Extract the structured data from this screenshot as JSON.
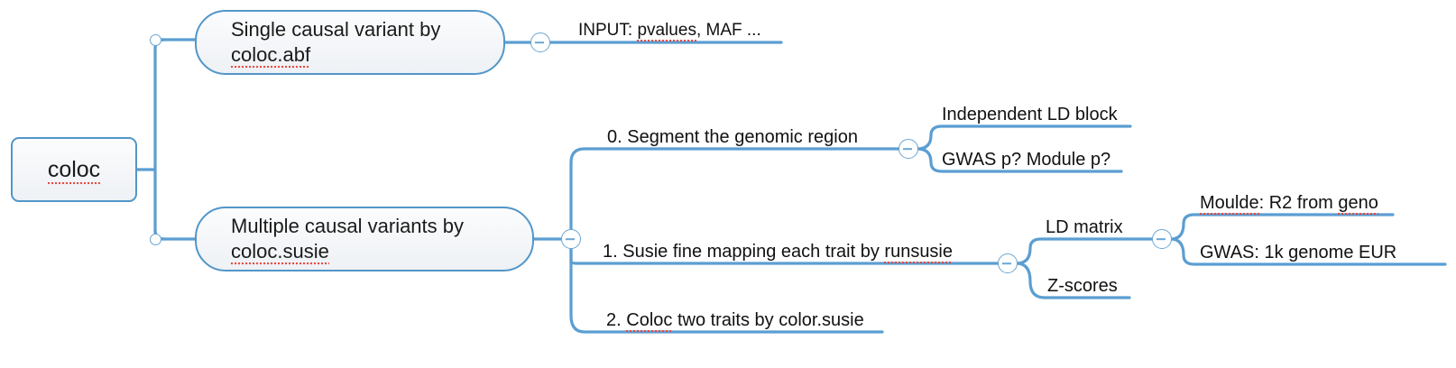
{
  "diagram": {
    "kind": "mind-map",
    "title_node": "coloc",
    "theme": {
      "stroke": "#5296c8",
      "wire": "#5b9ed2",
      "node_fill": "#f2f5f8",
      "text": "#1a1a1a",
      "spellcheck_underline": "#e8453c",
      "background": "#ffffff"
    }
  },
  "nodes": {
    "root": {
      "label": "coloc",
      "misspelled": "coloc"
    },
    "branch_abf": {
      "line1": "Single causal variant by",
      "line2": "coloc.abf",
      "misspelled": "coloc.abf"
    },
    "branch_susie": {
      "line1": "Multiple causal variants by",
      "line2": "coloc.susie",
      "misspelled": "coloc.susie"
    }
  },
  "leaves": {
    "input_abf": {
      "prefix": "INPUT: ",
      "misspelled": "pvalues",
      "suffix": ", MAF ..."
    },
    "step0": {
      "label": "0. Segment the genomic region"
    },
    "step0_a": {
      "label": "Independent LD block"
    },
    "step0_b": {
      "label": "GWAS p? Module p?"
    },
    "step1": {
      "prefix": "1. Susie fine mapping each trait by ",
      "misspelled": "runsusie",
      "suffix": ""
    },
    "step1_a": {
      "label": "LD matrix"
    },
    "step1_b": {
      "label": "Z-scores"
    },
    "step1_a_i": {
      "prefix": "",
      "misspelled": "Moulde",
      "middle": ": R2 from ",
      "misspelled2": "geno",
      "suffix": ""
    },
    "step1_a_ii": {
      "label": "GWAS: 1k genome EUR"
    },
    "step2": {
      "prefix": "2. ",
      "misspelled": "Coloc",
      "suffix": " two traits by color.susie"
    }
  },
  "toggles": {
    "abf_collapse": "minus",
    "susie_collapse": "minus",
    "step0_collapse": "minus",
    "step1_collapse": "minus",
    "ldmatrix_collapse": "minus",
    "root_top_hub": "none",
    "root_bottom_hub": "none"
  }
}
